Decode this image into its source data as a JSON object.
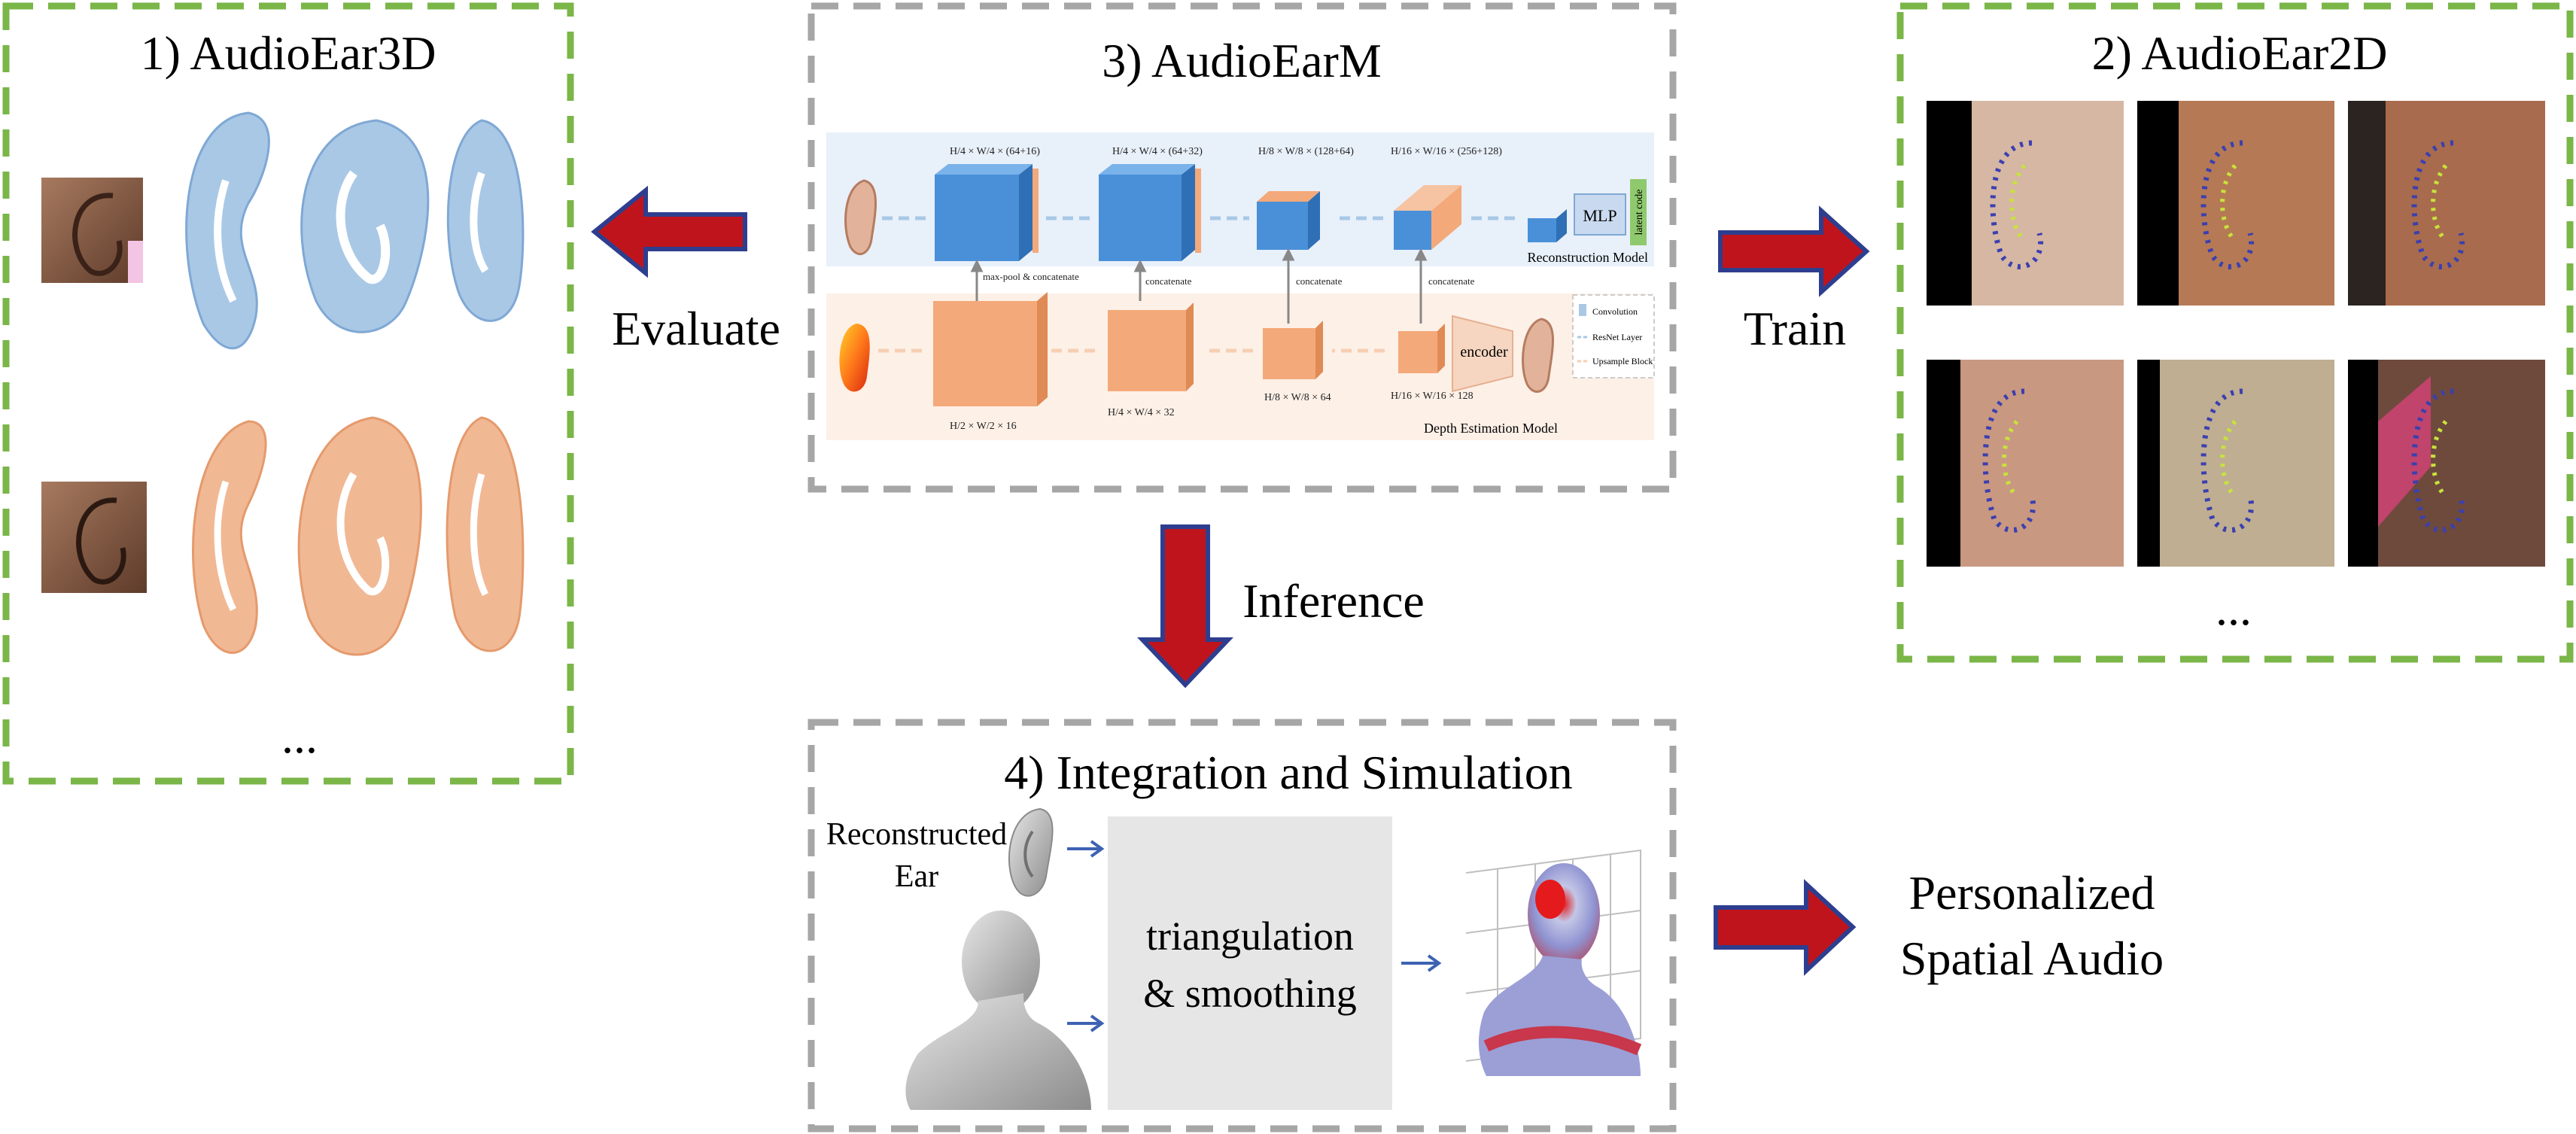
{
  "panels": {
    "p1": {
      "title": "1) AudioEar3D",
      "ellipsis": "..."
    },
    "p2": {
      "title": "2) AudioEar2D",
      "ellipsis": "..."
    },
    "p3": {
      "title": "3) AudioEarM",
      "recon": {
        "model_label": "Reconstruction Model",
        "mlp_label": "MLP",
        "latent_label": "latent code",
        "dims": [
          "H/4 × W/4 × (64+16)",
          "H/4 × W/4 × (64+32)",
          "H/8 × W/8 × (128+64)",
          "H/16 × W/16 × (256+128)"
        ]
      },
      "depth": {
        "model_label": "Depth Estimation Model",
        "encoder_label": "encoder",
        "dims": [
          "H/2 × W/2 × 16",
          "H/4 × W/4 × 32",
          "H/8 × W/8 × 64",
          "H/16 × W/16 × 128"
        ]
      },
      "connections": [
        "max-pool & concatenate",
        "concatenate",
        "concatenate",
        "concatenate"
      ],
      "legend": [
        "Convolution",
        "ResNet Layer",
        "Upsample Block"
      ]
    },
    "p4": {
      "title": "4) Integration and Simulation",
      "reconstructed_line1": "Reconstructed",
      "reconstructed_line2": "Ear",
      "process_line1": "triangulation",
      "process_line2": "& smoothing"
    }
  },
  "arrows": {
    "evaluate": "Evaluate",
    "train": "Train",
    "inference": "Inference"
  },
  "output": {
    "line1": "Personalized",
    "line2": "Spatial Audio"
  },
  "colors": {
    "green_dash": "#7ab648",
    "gray_dash": "#a6a6a6",
    "arrow_fill": "#c0141c",
    "arrow_stroke": "#2e3e8f",
    "blue_block": "#4a90d9",
    "orange_block": "#f4a97a",
    "ear_blue": "#a9c8e6",
    "ear_orange": "#f1b894"
  }
}
